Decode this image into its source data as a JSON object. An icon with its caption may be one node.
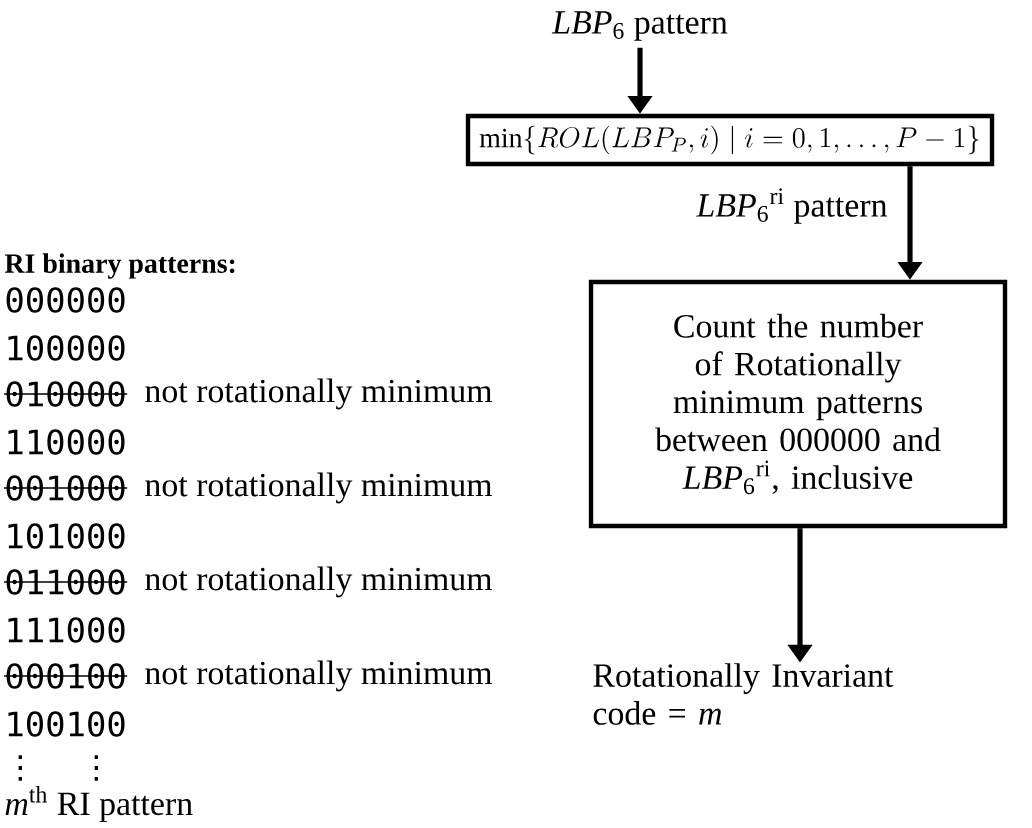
{
  "diagram": {
    "nodes": [
      {
        "text": [
          "*LBP*$_{6}$ pattern"
        ]
      },
      {
        "text": [
          "\\min\\{ROL(LBP_P,i)\\mid i=0,1,\\ldots,P-1\\}"
        ]
      },
      {
        "text": [
          "Count the number of Rotationally minimum patterns between 000000 and *LBP*$_{6}$$^{ri}$, inclusive"
        ]
      },
      {
        "text": [
          "Rotationally Invariant code = *m*"
        ]
      }
    ],
    "edges": [
      {
        "from": 0,
        "to": 1,
        "arrow": "to"
      },
      {
        "from": 1,
        "to": 2,
        "arrow": "to",
        "label": "*LBP*$_{6}$$^{ri}$ pattern"
      },
      {
        "from": 2,
        "to": 3,
        "arrow": "to"
      }
    ],
    "labels": [
      "RI binary patterns:",
      "000000",
      "100000",
      "010000",
      "not rotationally minimum",
      "110000",
      "001000",
      "not rotationally minimum",
      "101000",
      "011000",
      "not rotationally minimum",
      "111000",
      "000100",
      "not rotationally minimum",
      "100100",
      "⋮",
      "⋮",
      "*m*$^{th}$ RI pattern"
    ]
  }
}
